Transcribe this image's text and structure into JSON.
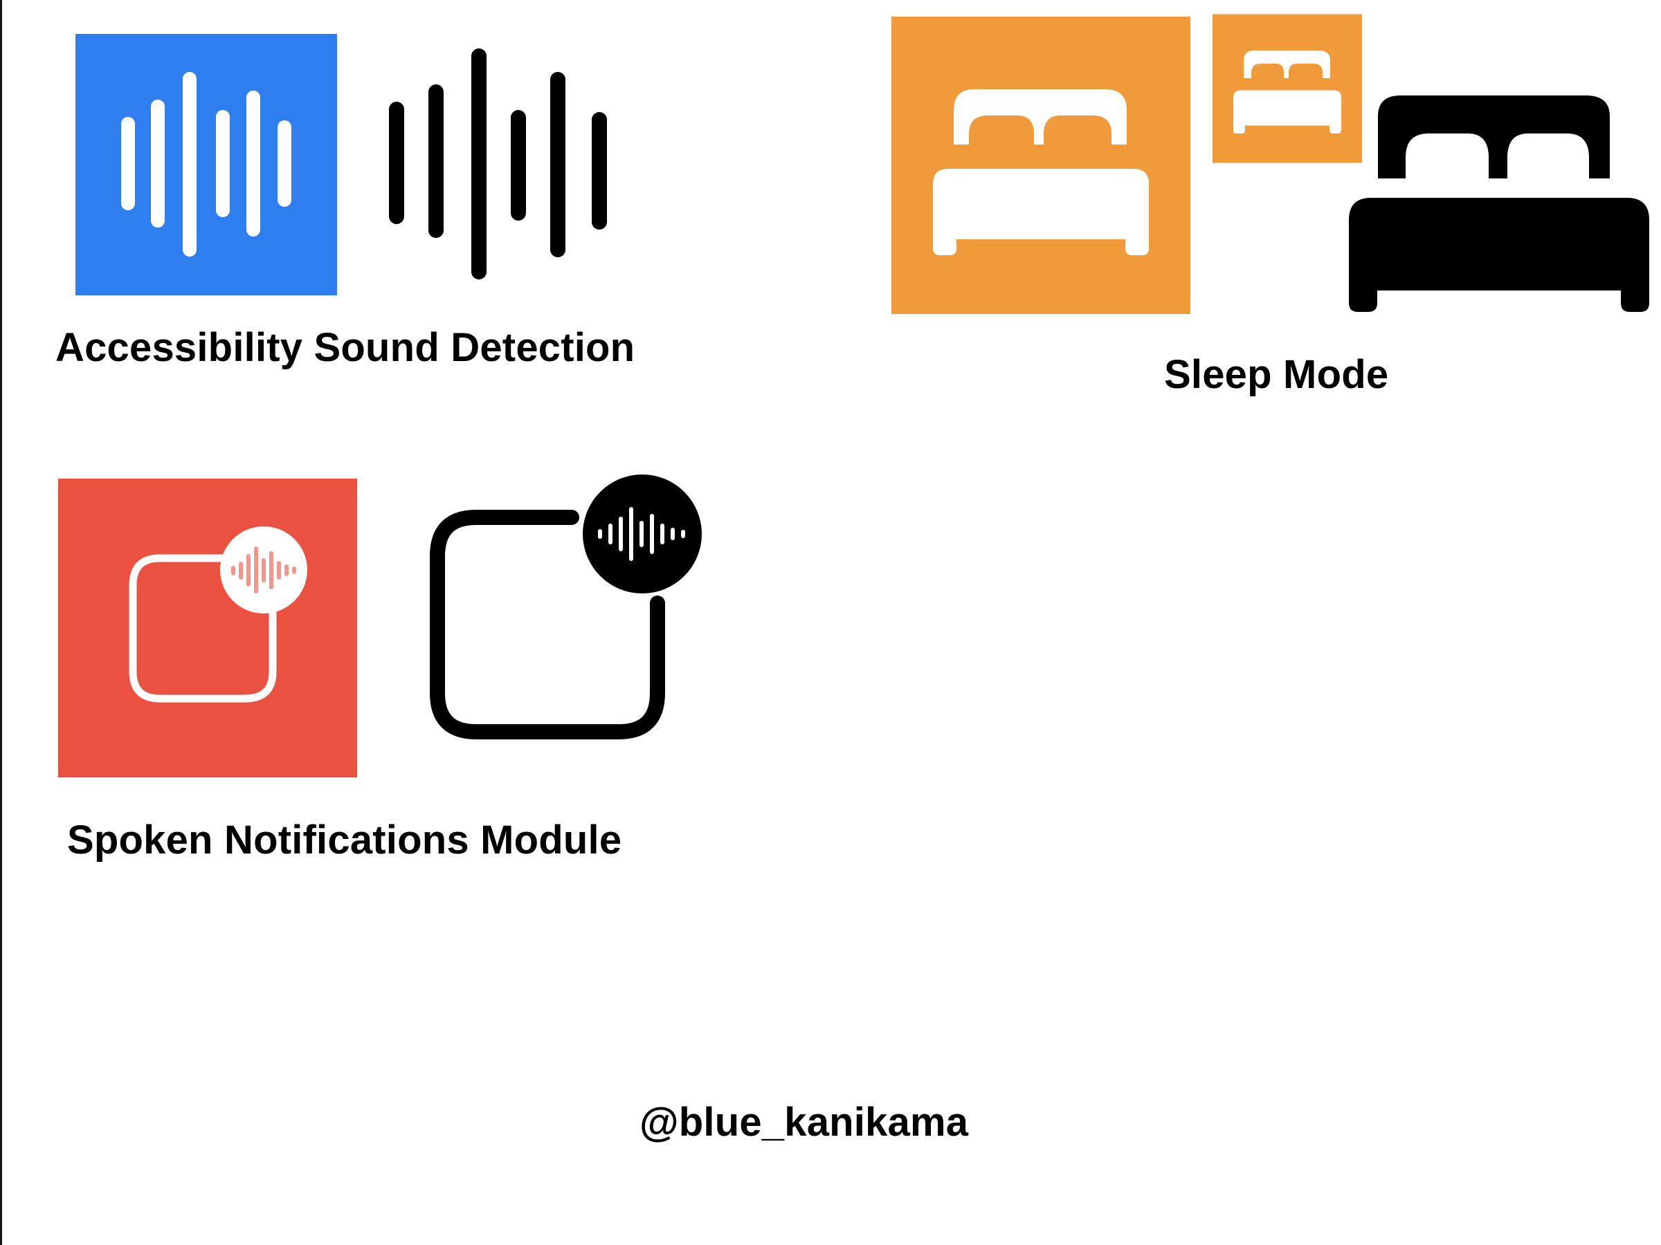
{
  "colors": {
    "sound_detection_bg": "#2f7ef0",
    "sleep_mode_bg": "#f09a3a",
    "spoken_notifications_bg": "#ea5140",
    "glyph_light": "#ffffff",
    "glyph_dark": "#000000"
  },
  "items": [
    {
      "id": "sound-detection",
      "label": "Accessibility Sound Detection",
      "icons": [
        "waveform-icon-blue",
        "waveform-icon-black"
      ]
    },
    {
      "id": "sleep-mode",
      "label": "Sleep Mode",
      "icons": [
        "bed-icon-orange-large",
        "bed-icon-orange-small",
        "bed-icon-black"
      ]
    },
    {
      "id": "spoken-notifications",
      "label": "Spoken Notifications Module",
      "icons": [
        "notification-badge-icon-red",
        "notification-badge-icon-black"
      ]
    }
  ],
  "credit": "@blue_kanikama"
}
